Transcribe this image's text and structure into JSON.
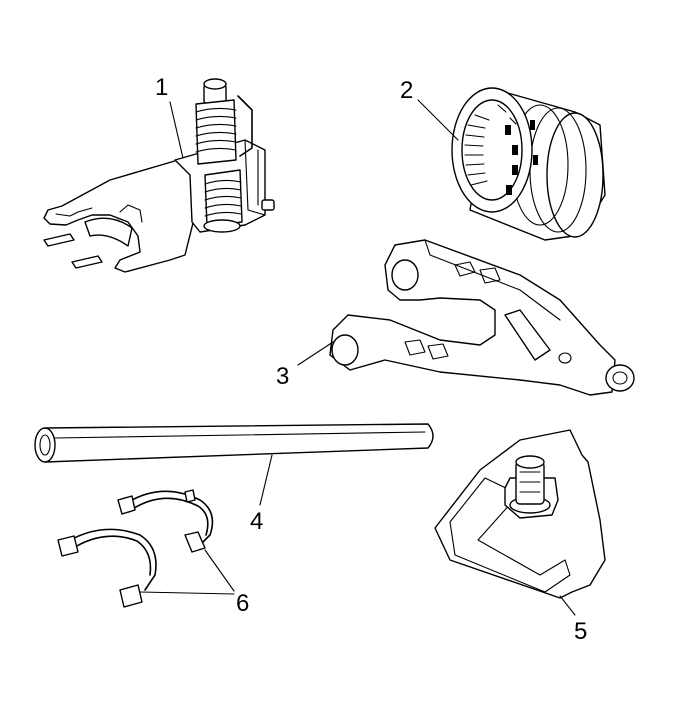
{
  "diagram": {
    "callouts": [
      {
        "id": "1",
        "label": "1"
      },
      {
        "id": "2",
        "label": "2"
      },
      {
        "id": "3",
        "label": "3"
      },
      {
        "id": "4",
        "label": "4"
      },
      {
        "id": "5",
        "label": "5"
      },
      {
        "id": "6",
        "label": "6"
      }
    ]
  },
  "colors": {
    "ink": "#000000",
    "paper": "#ffffff"
  }
}
